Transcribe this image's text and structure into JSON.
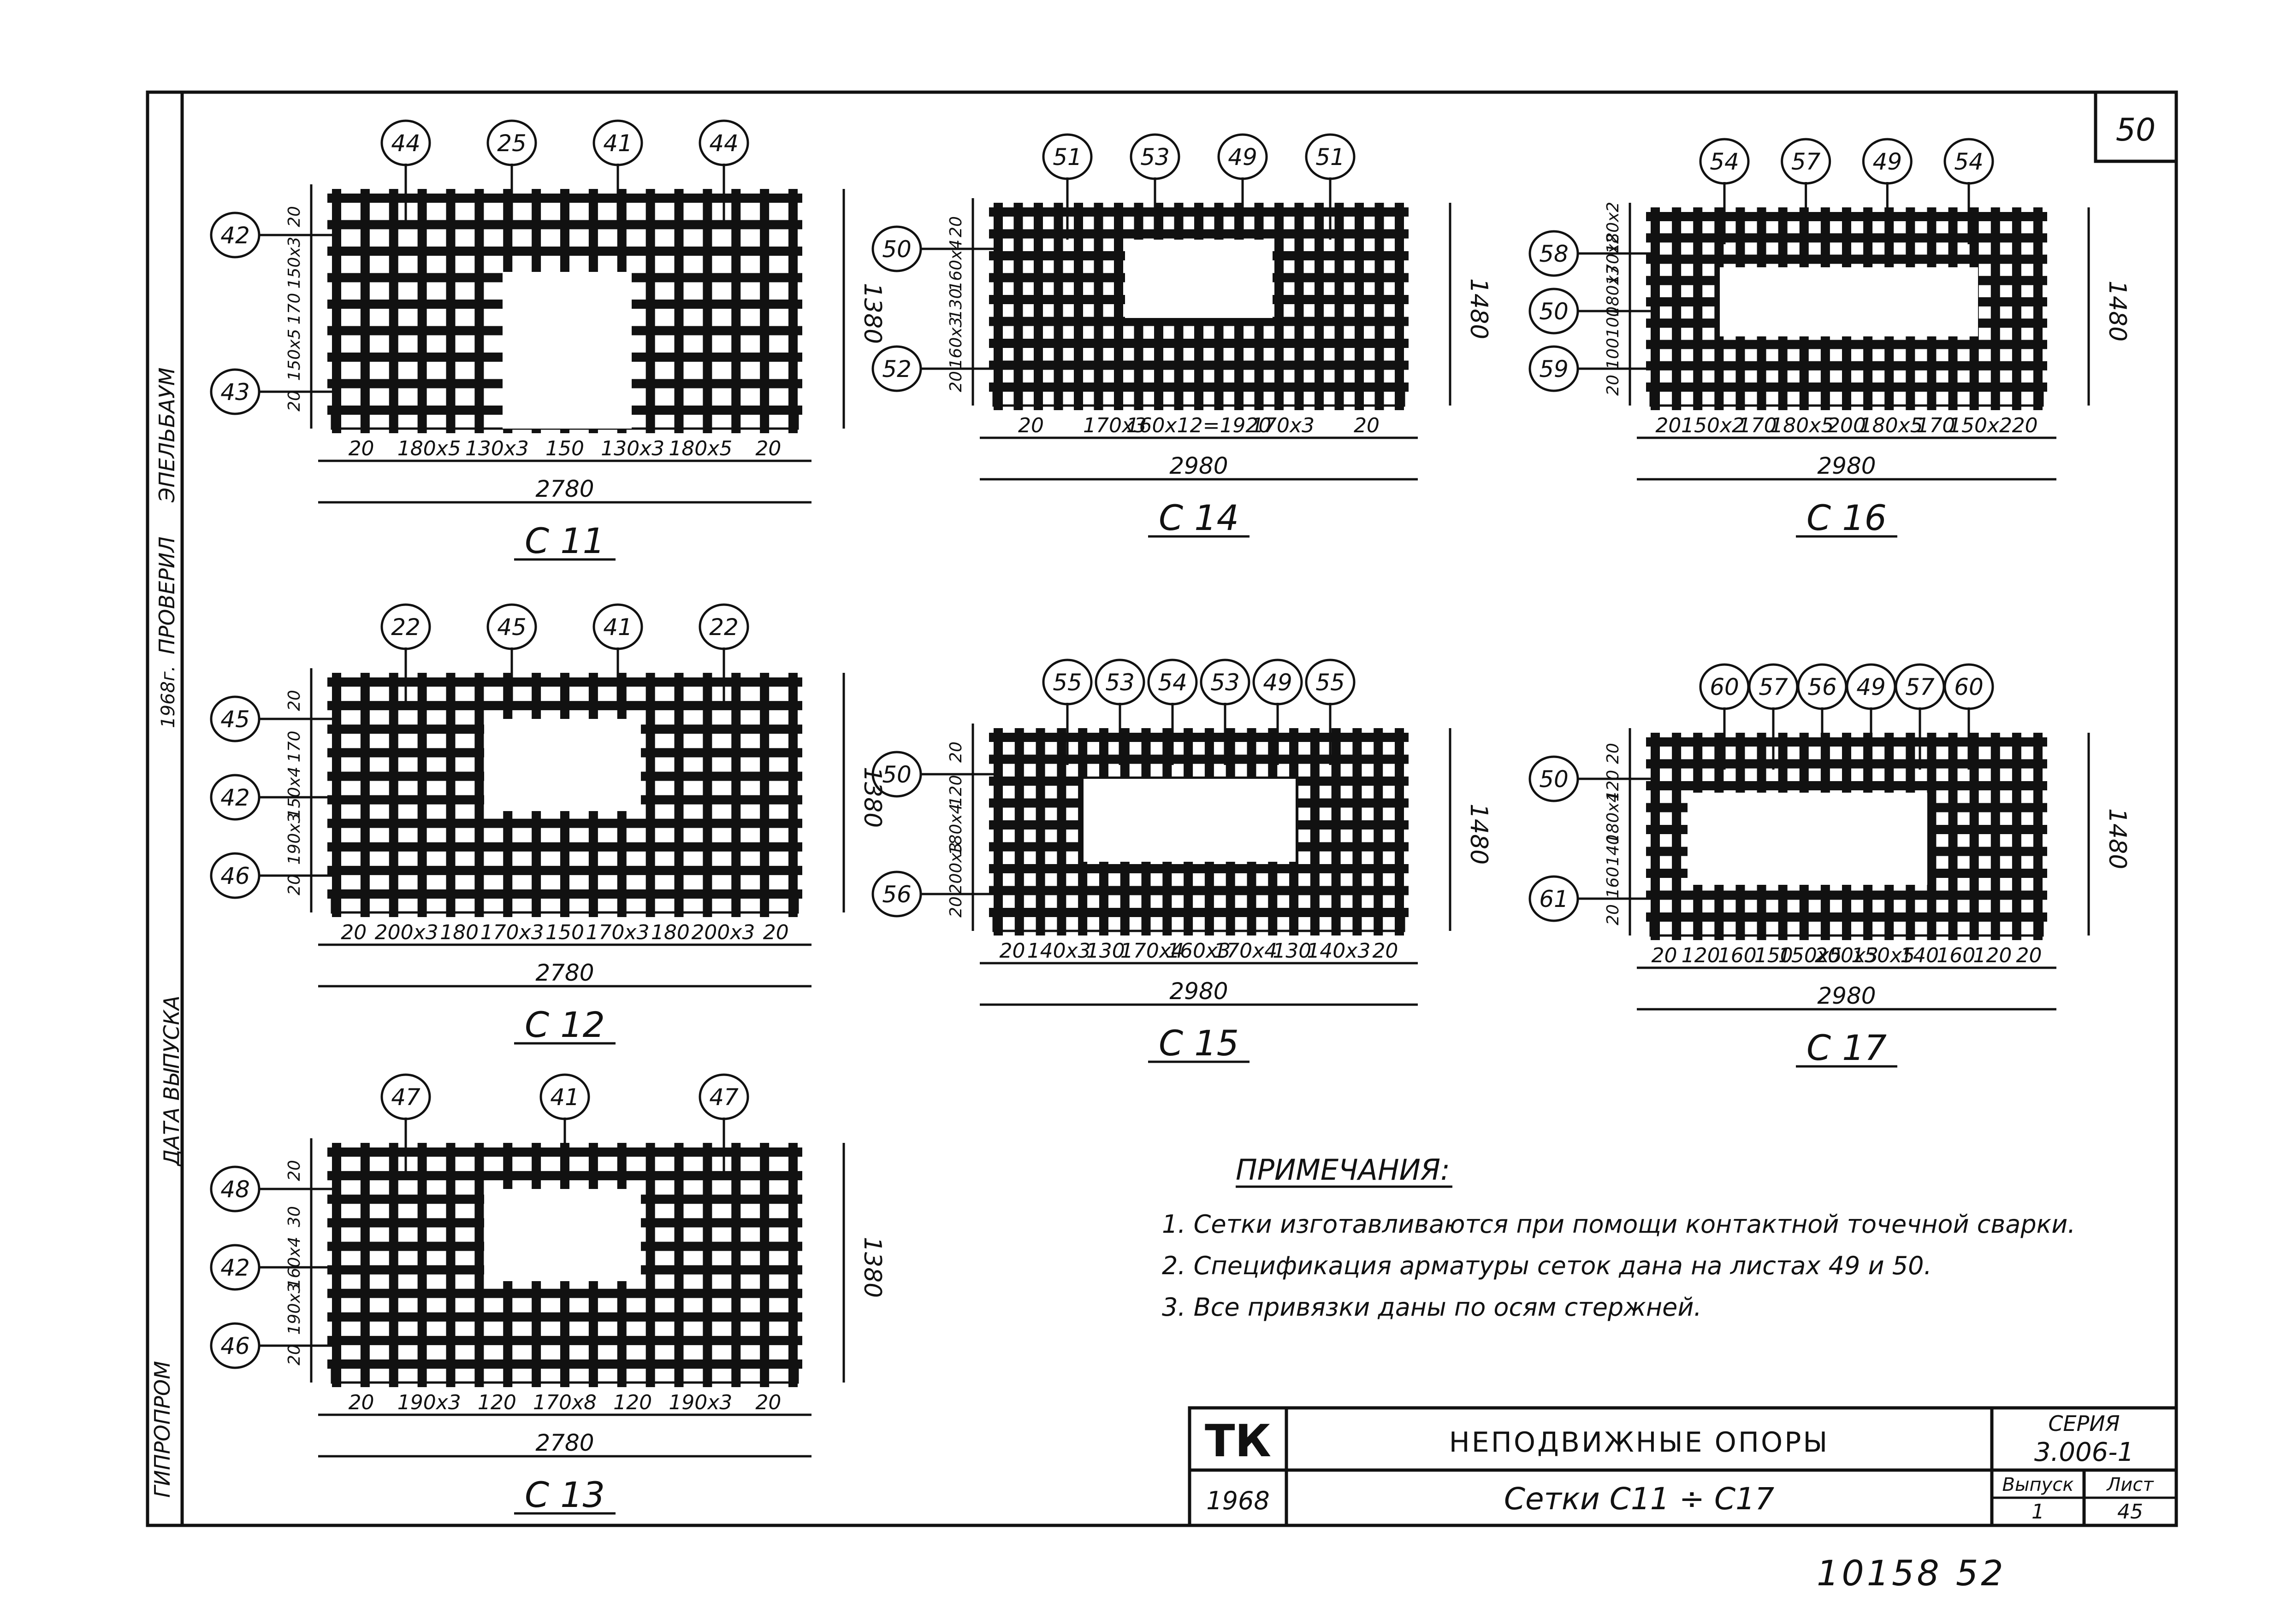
{
  "sheet": {
    "page_number": "50",
    "bottom_number": "10158 52",
    "side_stamp": {
      "date_label": "ДАТА ВЫПУСКА",
      "checked_label": "ПРОВЕРИЛ",
      "checked_name": "ЭПЕЛЬБАУМ",
      "year": "1968г.",
      "org": "ГИПРОПРОМ"
    }
  },
  "meshes": [
    {
      "title": "С 11",
      "width_total": "2780",
      "height_total": "1380",
      "bottom_dims": [
        "20",
        "180x5",
        "130x3",
        "150",
        "130x3",
        "180x5",
        "20"
      ],
      "left_dims": [
        "20",
        "150x3",
        "170",
        "150x5",
        "20"
      ],
      "top_callouts": [
        "44",
        "25",
        "41",
        "44"
      ],
      "left_callouts": [
        "42",
        "43"
      ]
    },
    {
      "title": "С 14",
      "width_total": "2980",
      "height_total": "1480",
      "bottom_dims": [
        "20",
        "170x3",
        "160x12=1920",
        "170x3",
        "20"
      ],
      "left_dims": [
        "20",
        "160x4",
        "130",
        "160x3",
        "20"
      ],
      "top_callouts": [
        "51",
        "53",
        "49",
        "51"
      ],
      "left_callouts": [
        "50",
        "52"
      ]
    },
    {
      "title": "С 16",
      "width_total": "2980",
      "height_total": "1480",
      "bottom_dims": [
        "20",
        "150x2",
        "170",
        "180x5",
        "200",
        "180x5",
        "170",
        "150x2",
        "20"
      ],
      "left_dims": [
        "180x2",
        "170x2",
        "180x3",
        "100",
        "100",
        "20"
      ],
      "top_callouts": [
        "54",
        "57",
        "49",
        "54"
      ],
      "left_callouts": [
        "58",
        "50",
        "59"
      ]
    },
    {
      "title": "С 12",
      "width_total": "2780",
      "height_total": "1380",
      "bottom_dims": [
        "20",
        "200x3",
        "180",
        "170x3",
        "150",
        "170x3",
        "180",
        "200x3",
        "20"
      ],
      "left_dims": [
        "20",
        "170",
        "150x4",
        "190x3",
        "20"
      ],
      "top_callouts": [
        "22",
        "45",
        "41",
        "22"
      ],
      "left_callouts": [
        "45",
        "42",
        "46"
      ]
    },
    {
      "title": "С 15",
      "width_total": "2980",
      "height_total": "1480",
      "bottom_dims": [
        "20",
        "140x3",
        "130",
        "170x4",
        "160x3",
        "170x4",
        "130",
        "140x3",
        "20"
      ],
      "left_dims": [
        "20",
        "120",
        "180x4",
        "200x3",
        "20"
      ],
      "top_callouts": [
        "55",
        "53",
        "54",
        "53",
        "49",
        "55"
      ],
      "left_callouts": [
        "50",
        "56"
      ]
    },
    {
      "title": "С 17",
      "width_total": "2980",
      "height_total": "1480",
      "bottom_dims": [
        "20",
        "120",
        "160",
        "150",
        "150x5",
        "200x3",
        "150x5",
        "140",
        "160",
        "120",
        "20"
      ],
      "left_dims": [
        "20",
        "120",
        "180x4",
        "140",
        "160",
        "20"
      ],
      "top_callouts": [
        "60",
        "57",
        "56",
        "49",
        "57",
        "60"
      ],
      "left_callouts": [
        "50",
        "61"
      ]
    },
    {
      "title": "С 13",
      "width_total": "2780",
      "height_total": "1380",
      "bottom_dims": [
        "20",
        "190x3",
        "120",
        "170x8",
        "120",
        "190x3",
        "20"
      ],
      "left_dims": [
        "20",
        "30",
        "160x4",
        "190x3",
        "20"
      ],
      "top_callouts": [
        "47",
        "41",
        "47"
      ],
      "left_callouts": [
        "48",
        "42",
        "46"
      ]
    }
  ],
  "notes": {
    "heading": "ПРИМЕЧАНИЯ:",
    "items": [
      "1. Сетки изготавливаются при помощи контактной точечной сварки.",
      "2. Спецификация арматуры сеток дана на листах 49 и 50.",
      "3. Все привязки даны по осям стержней."
    ]
  },
  "title_block": {
    "logo": "ТК",
    "year": "1968",
    "title": "НЕПОДВИЖНЫЕ ОПОРЫ",
    "subtitle": "Сетки С11 ÷ С17",
    "series_label": "СЕРИЯ",
    "series_value": "3.006-1",
    "issue_label": "Выпуск",
    "issue_value": "1",
    "sheet_label": "Лист",
    "sheet_value": "45"
  }
}
